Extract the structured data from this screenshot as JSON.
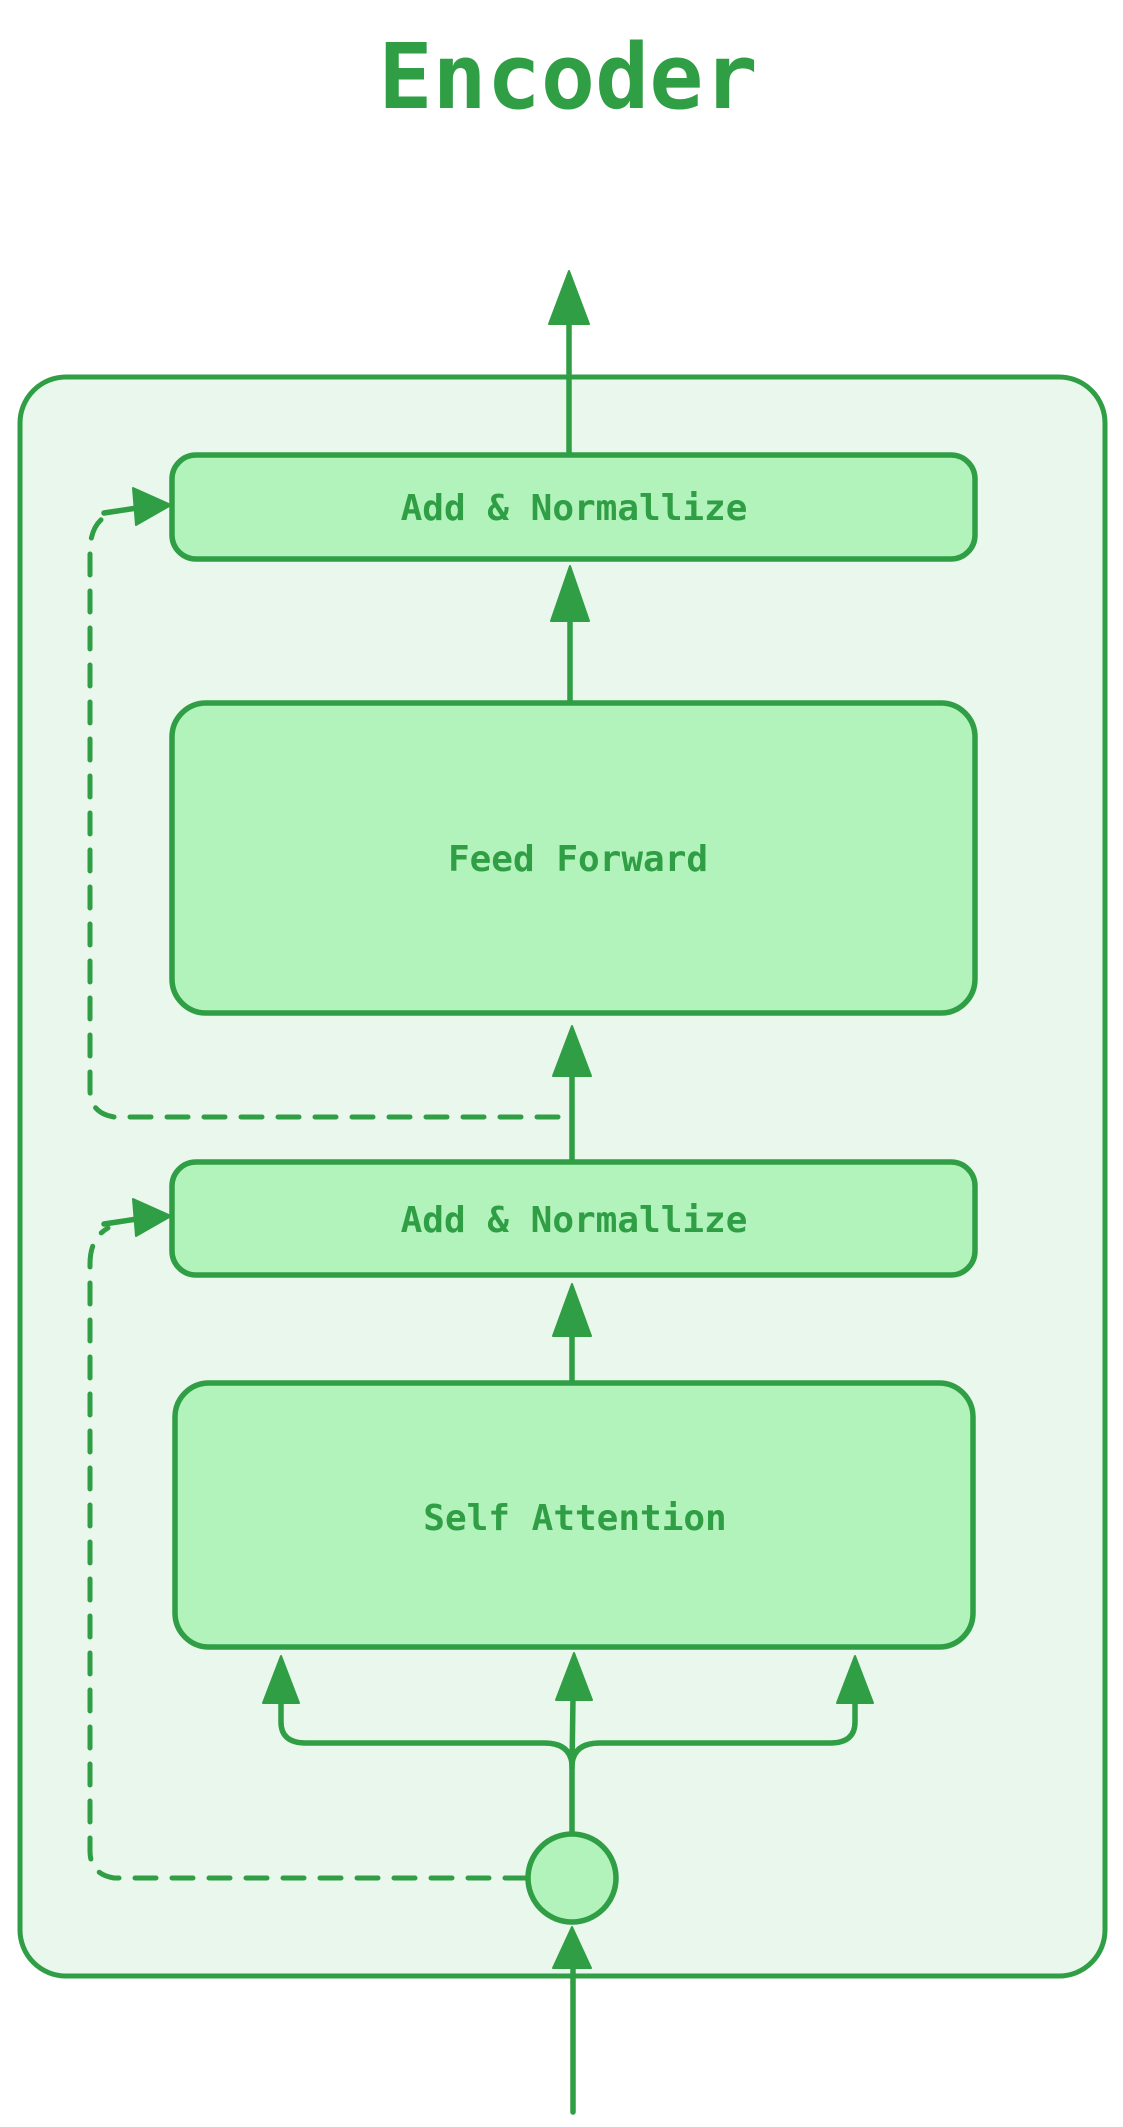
{
  "diagram": {
    "title": "Encoder",
    "nodes": {
      "add_norm_top": {
        "label": "Add & Normallize"
      },
      "feed_forward": {
        "label": "Feed Forward"
      },
      "add_norm_bottom": {
        "label": "Add & Normallize"
      },
      "self_attention": {
        "label": "Self Attention"
      }
    },
    "colors": {
      "stroke": "#2f9e44",
      "node_fill": "#b2f2bb",
      "container_fill": "#e9f7ec",
      "text": "#2f9e44",
      "background": "#ffffff"
    }
  }
}
